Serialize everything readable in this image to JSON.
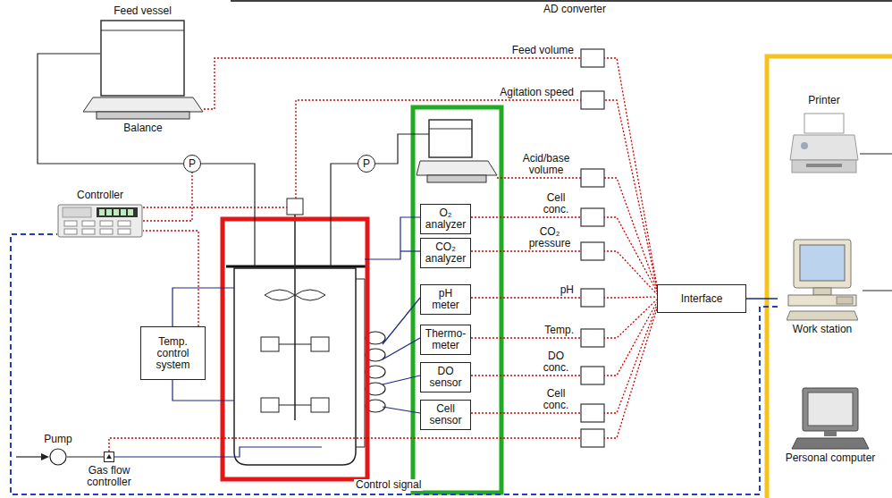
{
  "diagram": {
    "nodes": [
      {
        "text": [
          "Feed vessel"
        ]
      },
      {
        "text": [
          "Balance"
        ]
      },
      {
        "text": [
          "Controller"
        ]
      },
      {
        "text": [
          "Temp. control system"
        ]
      },
      {
        "text": [
          "O₂ analyzer"
        ]
      },
      {
        "text": [
          "CO₂ analyzer"
        ]
      },
      {
        "text": [
          "pH meter"
        ]
      },
      {
        "text": [
          "Thermo-meter"
        ]
      },
      {
        "text": [
          "DO sensor"
        ]
      },
      {
        "text": [
          "Cell sensor"
        ]
      },
      {
        "text": [
          "Interface"
        ]
      },
      {
        "text": [
          "Printer"
        ]
      },
      {
        "text": [
          "Work station"
        ]
      },
      {
        "text": [
          "Personal computer"
        ]
      },
      {
        "text": [
          "Pump"
        ]
      },
      {
        "text": [
          "Gas flow controller"
        ]
      },
      {
        "text": [
          "P"
        ]
      },
      {
        "text": [
          "P"
        ]
      }
    ],
    "edges": [
      {
        "from": 0,
        "to": 16,
        "arrow": "none"
      },
      {
        "from": 1,
        "to": 10,
        "arrow": "none"
      },
      {
        "from": 4,
        "to": 10,
        "arrow": "none"
      },
      {
        "from": 5,
        "to": 10,
        "arrow": "none"
      },
      {
        "from": 6,
        "to": 10,
        "arrow": "none"
      },
      {
        "from": 7,
        "to": 10,
        "arrow": "none"
      },
      {
        "from": 8,
        "to": 10,
        "arrow": "none"
      },
      {
        "from": 9,
        "to": 10,
        "arrow": "none"
      },
      {
        "from": 3,
        "to": 2,
        "arrow": "none"
      },
      {
        "from": 14,
        "to": 15,
        "arrow": "none"
      },
      {
        "from": 10,
        "to": 12,
        "arrow": "none"
      },
      {
        "from": 15,
        "to": 10,
        "arrow": "none"
      },
      {
        "from": 12,
        "to": 2,
        "label": "Control signal",
        "arrow": "none"
      }
    ],
    "labels": [
      "AD converter",
      "Feed volume",
      "Agitation speed",
      "Acid/base volume",
      "Cell conc.",
      "CO₂ pressure",
      "pH",
      "Temp.",
      "DO conc.",
      "Cell conc."
    ]
  }
}
